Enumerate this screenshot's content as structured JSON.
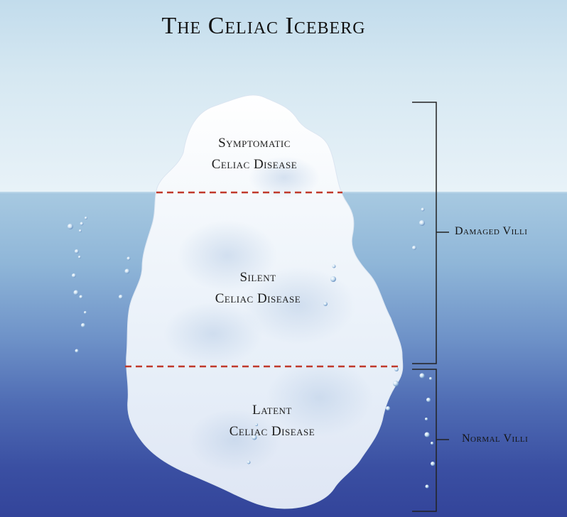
{
  "title": "The Celiac Iceberg",
  "zones": [
    {
      "line1": "Symptomatic",
      "line2": "Celiac Disease"
    },
    {
      "line1": "Silent",
      "line2": "Celiac Disease"
    },
    {
      "line1": "Latent",
      "line2": "Celiac Disease"
    }
  ],
  "brackets": {
    "damaged": "Damaged Villi",
    "normal": "Normal Villi"
  },
  "colors": {
    "divider": "#c0392b",
    "bracket": "#222222",
    "ice": "#f4f8fc"
  }
}
